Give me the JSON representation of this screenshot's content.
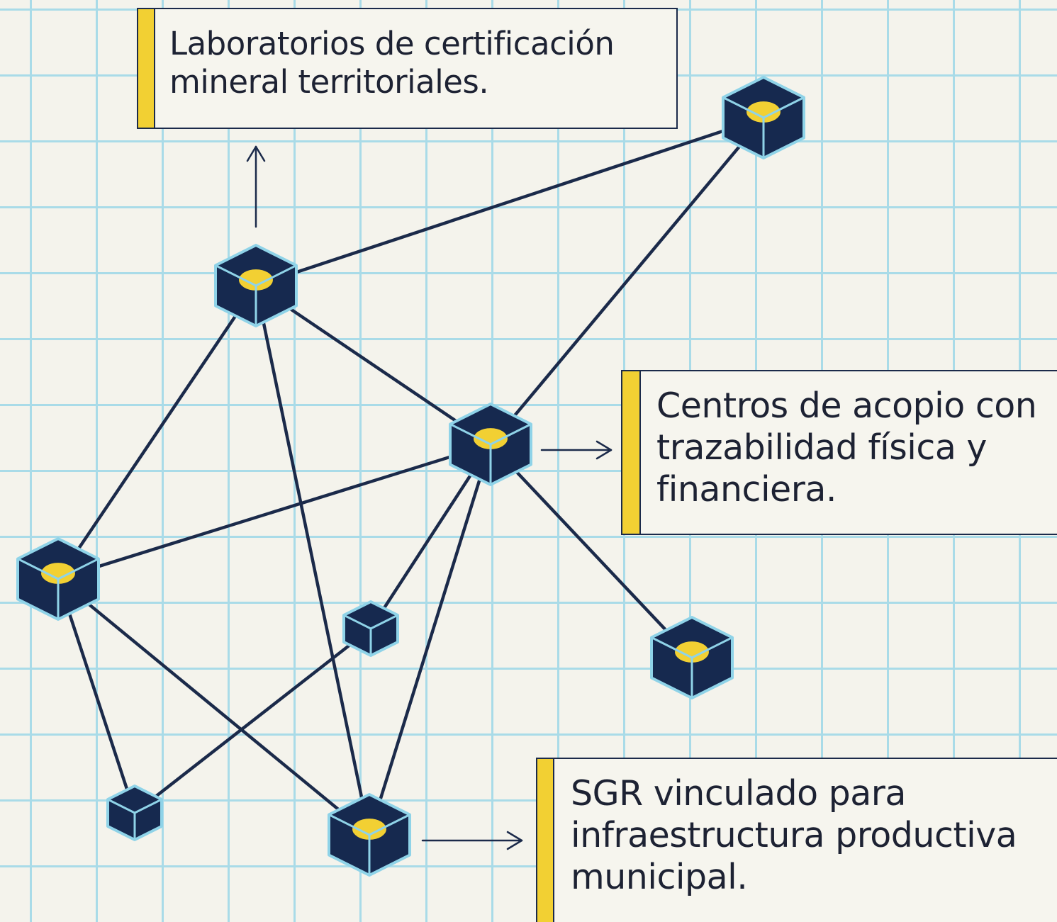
{
  "colors": {
    "background": "#f4f3ec",
    "grid": "#a9dbe8",
    "node_fill": "#16294f",
    "node_outline": "#8fd3e8",
    "node_core": "#f2d033",
    "edge": "#1b2a4a",
    "callout_accent": "#f2d033"
  },
  "node_icon": "isometric-cube-icon",
  "callouts": [
    {
      "id": "lab",
      "text": "Laboratorios de certificación mineral territoriales."
    },
    {
      "id": "acopio",
      "text": "Centros de acopio con trazabilidad física y financiera."
    },
    {
      "id": "sgr",
      "text": "SGR vinculado para infraestructura productiva municipal."
    }
  ]
}
